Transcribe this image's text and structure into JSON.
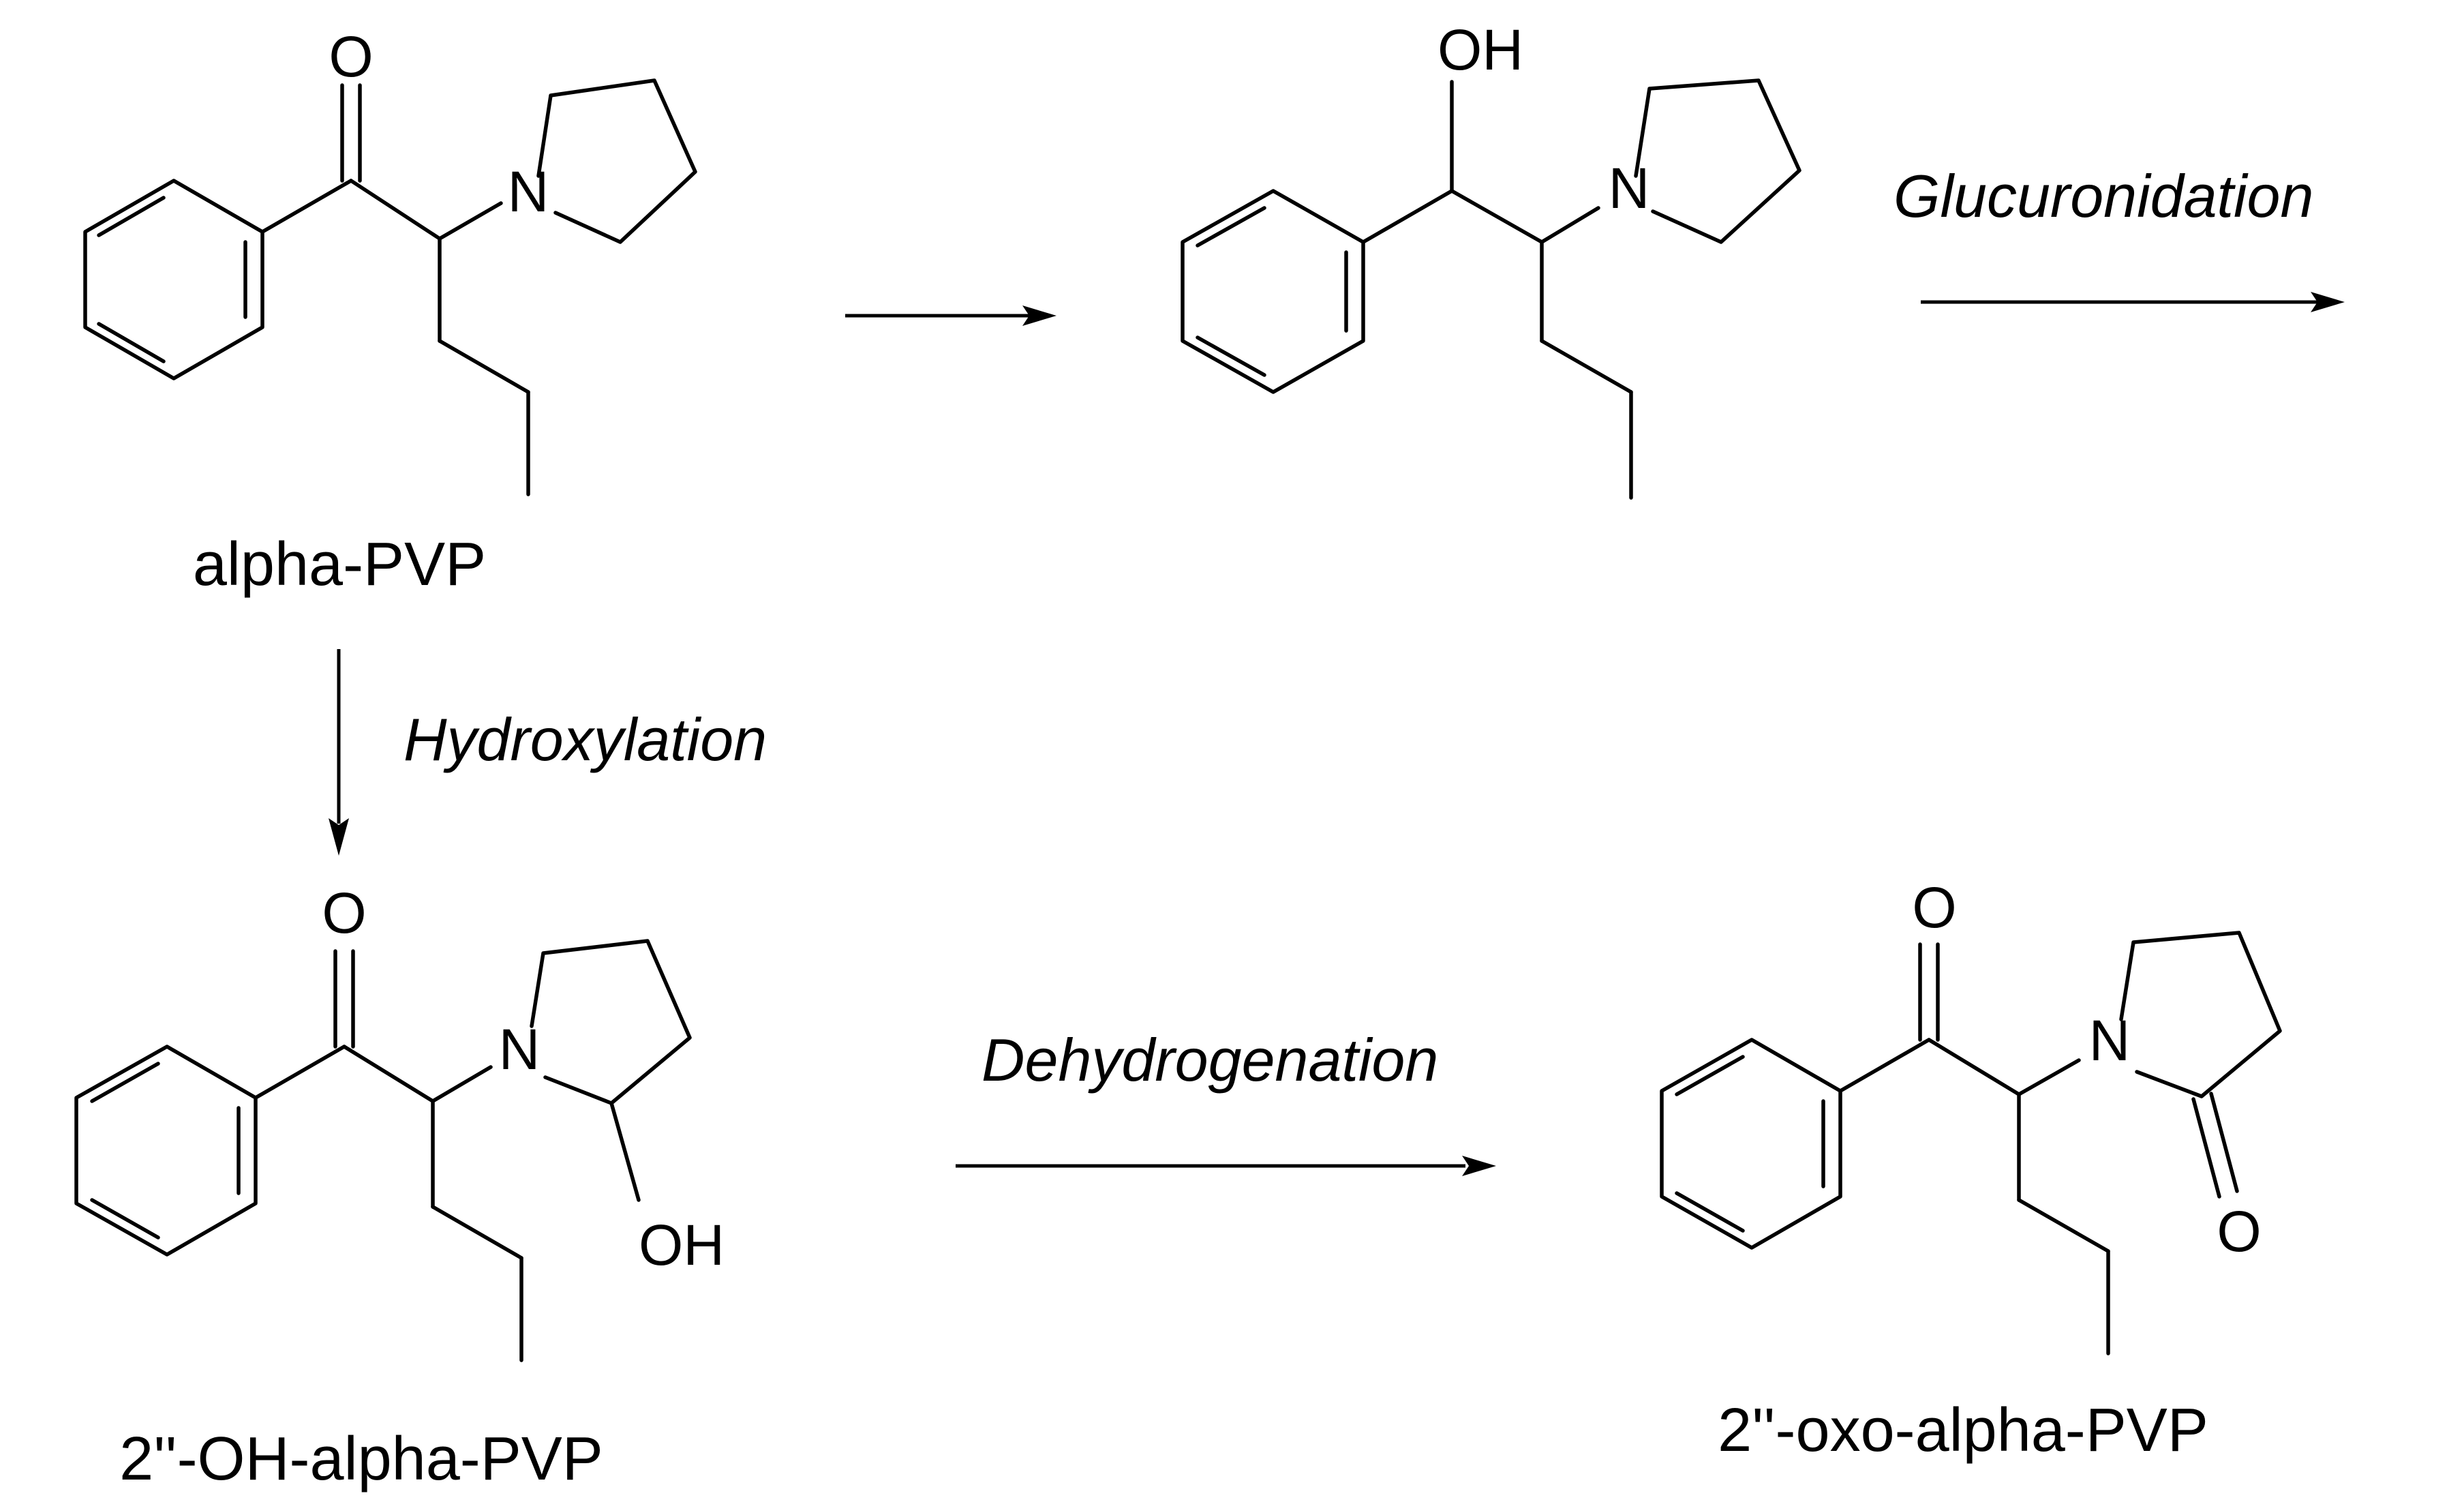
{
  "compounds": {
    "alpha_pvp": {
      "name": "alpha-PVP",
      "ketone_o": "O",
      "pyrrolidine_n": "N"
    },
    "hydroxy_metabolite": {
      "hydroxyl": "OH",
      "pyrrolidine_n": "N"
    },
    "oh_alpha_pvp": {
      "name": "2''-OH-alpha-PVP",
      "ketone_o": "O",
      "pyrrolidine_n": "N",
      "ring_hydroxyl": "OH"
    },
    "oxo_alpha_pvp": {
      "name": "2''-oxo-alpha-PVP",
      "ketone_o": "O",
      "pyrrolidine_n": "N",
      "lactam_o": "O"
    }
  },
  "reactions": {
    "reduction": {
      "label": ""
    },
    "glucuronidation": {
      "label": "Glucuronidation"
    },
    "hydroxylation": {
      "label": "Hydroxylation"
    },
    "dehydrogenation": {
      "label": "Dehydrogenation"
    }
  }
}
